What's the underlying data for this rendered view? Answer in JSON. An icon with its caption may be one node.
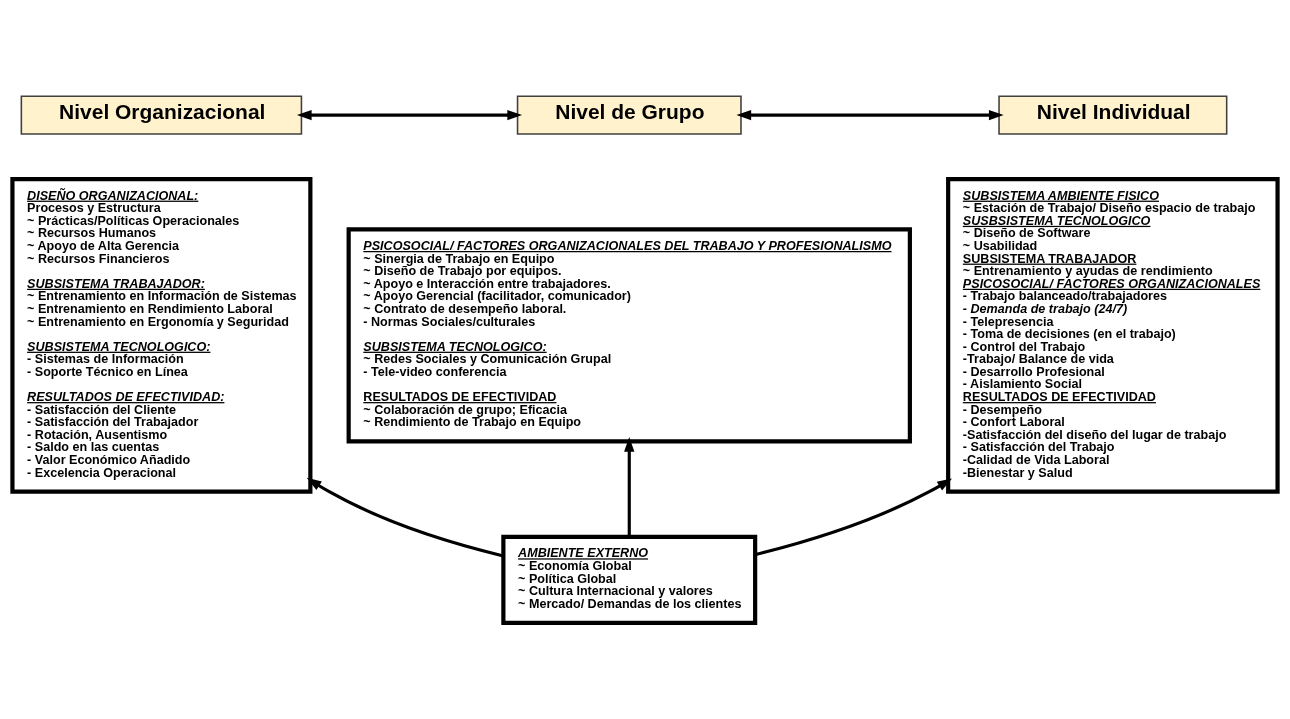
{
  "diagram": {
    "nodes": [
      {
        "text": [
          "Nivel Organizacional"
        ]
      },
      {
        "text": [
          "Nivel de Grupo"
        ]
      },
      {
        "text": [
          "Nivel Individual"
        ]
      },
      {
        "text": [
          "DISEÑO ORGANIZACIONAL:",
          "Procesos y Estructura",
          "~ Prácticas/Políticas Operacionales",
          "~ Recursos Humanos",
          "~ Apoyo de Alta Gerencia",
          "~ Recursos Financieros",
          "SUBSISTEMA TRABAJADOR:",
          "~ Entrenamiento en Información de Sistemas",
          "~ Entrenamiento en Rendimiento Laboral",
          "~ Entrenamiento en Ergonomía y Seguridad",
          "SUBSISTEMA TECNOLOGICO:",
          "- Sistemas de Información",
          "- Soporte Técnico en Línea",
          "RESULTADOS DE EFECTIVIDAD:",
          "- Satisfacción del Cliente",
          "- Satisfacción del Trabajador",
          "- Rotación, Ausentismo",
          "- Saldo en las cuentas",
          "- Valor Económico Añadido",
          "- Excelencia Operacional"
        ]
      },
      {
        "text": [
          "PSICOSOCIAL/ FACTORES ORGANIZACIONALES DEL TRABAJO Y PROFESIONALISMO",
          "~ Sinergia de Trabajo en Equipo",
          "~ Diseño de Trabajo por equipos.",
          "~ Apoyo e Interacción entre trabajadores.",
          "~ Apoyo Gerencial (facilitador, comunicador)",
          "~ Contrato de desempeño laboral.",
          "- Normas Sociales/culturales",
          "SUBSISTEMA TECNOLOGICO:",
          "~ Redes Sociales y Comunicación Grupal",
          "- Tele-video conferencia",
          "RESULTADOS DE EFECTIVIDAD",
          "~ Colaboración de grupo; Eficacia",
          "~ Rendimiento de Trabajo en Equipo"
        ]
      },
      {
        "text": [
          "SUBSISTEMA AMBIENTE FISICO",
          "~ Estación de Trabajo/ Diseño espacio de trabajo",
          "SUSBSISTEMA TECNOLOGICO",
          "~ Diseño de Software",
          "~ Usabilidad",
          "SUBSISTEMA TRABAJADOR",
          "~ Entrenamiento y ayudas de rendimiento",
          "PSICOSOCIAL/ FACTORES ORGANIZACIONALES",
          "- Trabajo balanceado/trabajadores",
          "- Demanda de trabajo (24/7)",
          "- Telepresencia",
          "- Toma de decisiones (en el trabajo)",
          "- Control del Trabajo",
          "-Trabajo/ Balance de vida",
          "- Desarrollo Profesional",
          "- Aislamiento Social",
          "RESULTADOS DE EFECTIVIDAD",
          "- Desempeño",
          "- Confort Laboral",
          "-Satisfacción del diseño del lugar de trabajo",
          "- Satisfacción del Trabajo",
          "-Calidad de Vida Laboral",
          "-Bienestar y Salud"
        ]
      },
      {
        "text": [
          "AMBIENTE EXTERNO",
          "~ Economía Global",
          "~ Política Global",
          "~ Cultura Internacional y valores",
          "~ Mercado/ Demandas de los clientes"
        ]
      }
    ],
    "edges": [
      {
        "from": 0,
        "to": 1,
        "arrow": "both"
      },
      {
        "from": 1,
        "to": 2,
        "arrow": "both"
      },
      {
        "from": 6,
        "to": 3,
        "arrow": "to"
      },
      {
        "from": 6,
        "to": 4,
        "arrow": "to"
      },
      {
        "from": 6,
        "to": 5,
        "arrow": "to"
      }
    ]
  }
}
